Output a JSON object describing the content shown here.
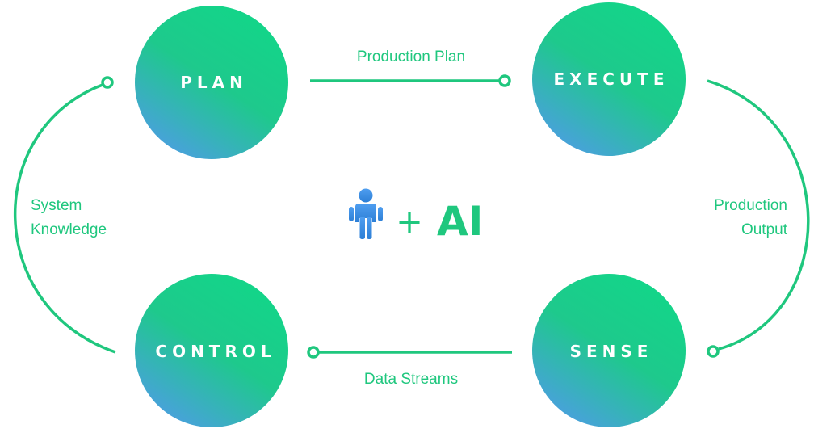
{
  "nodes": {
    "plan": "PLAN",
    "execute": "EXECUTE",
    "sense": "SENSE",
    "control": "CONTROL"
  },
  "connections": {
    "plan_to_execute": "Production Plan",
    "execute_to_sense_line1": "Production",
    "execute_to_sense_line2": "Output",
    "sense_to_control": "Data Streams",
    "control_to_plan_line1": "System",
    "control_to_plan_line2": "Knowledge"
  },
  "center": {
    "icon": "person-icon",
    "plus": "+",
    "ai": "AI"
  },
  "colors": {
    "accent": "#1fc77e",
    "gradient_top": "#14d489",
    "gradient_bottom": "#4a9ee0",
    "person_icon": "#4a90e2"
  }
}
